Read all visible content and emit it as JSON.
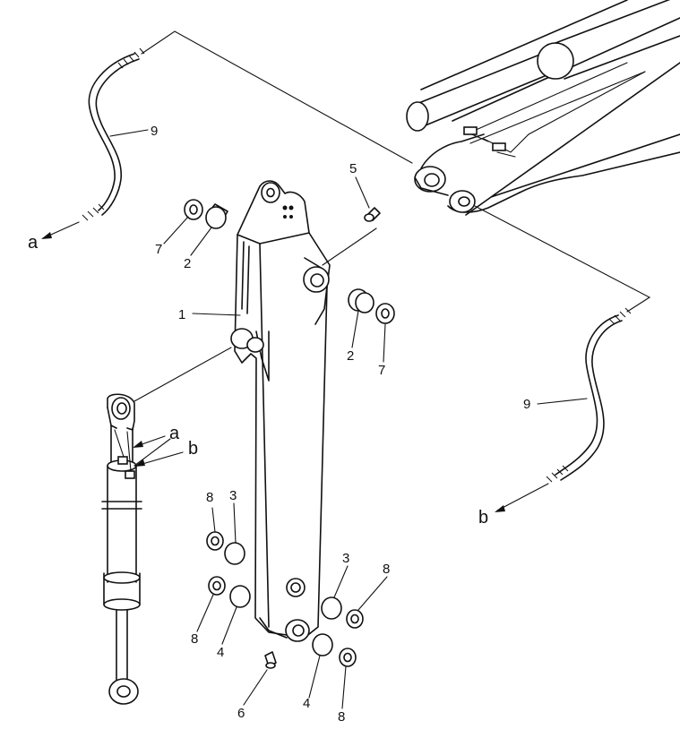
{
  "callouts": {
    "arm": "1",
    "bushing_upper_left": "2",
    "bushing_upper_right": "2",
    "bushing_lower_left": "3",
    "bushing_lower_right": "3",
    "bushing_bottom_left": "4",
    "bushing_bottom_right": "4",
    "grease_fitting": "5",
    "plug": "6",
    "shim_upper_left": "7",
    "shim_upper_right": "7",
    "seal_ul": "8",
    "seal_ll": "8",
    "seal_ur": "8",
    "seal_br": "8",
    "hose_left": "9",
    "hose_right": "9"
  },
  "connection_marks": {
    "hose_left_end": "a",
    "hose_right_end": "b",
    "cylinder_port_a": "a",
    "cylinder_port_b": "b"
  }
}
